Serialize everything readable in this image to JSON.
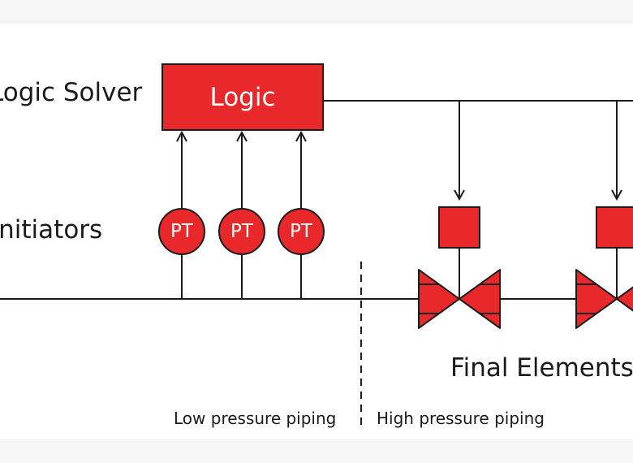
{
  "labels": {
    "logic_solver": "Logic Solver",
    "initiators": "Initiators",
    "final_elements": "Final Elements",
    "low_pressure": "Low pressure piping",
    "high_pressure": "High pressure piping"
  },
  "logic_box": {
    "label": "Logic"
  },
  "transmitters": [
    {
      "label": "PT"
    },
    {
      "label": "PT"
    },
    {
      "label": "PT"
    }
  ],
  "colors": {
    "red": "#e8282a",
    "line": "#1a1a1a"
  }
}
